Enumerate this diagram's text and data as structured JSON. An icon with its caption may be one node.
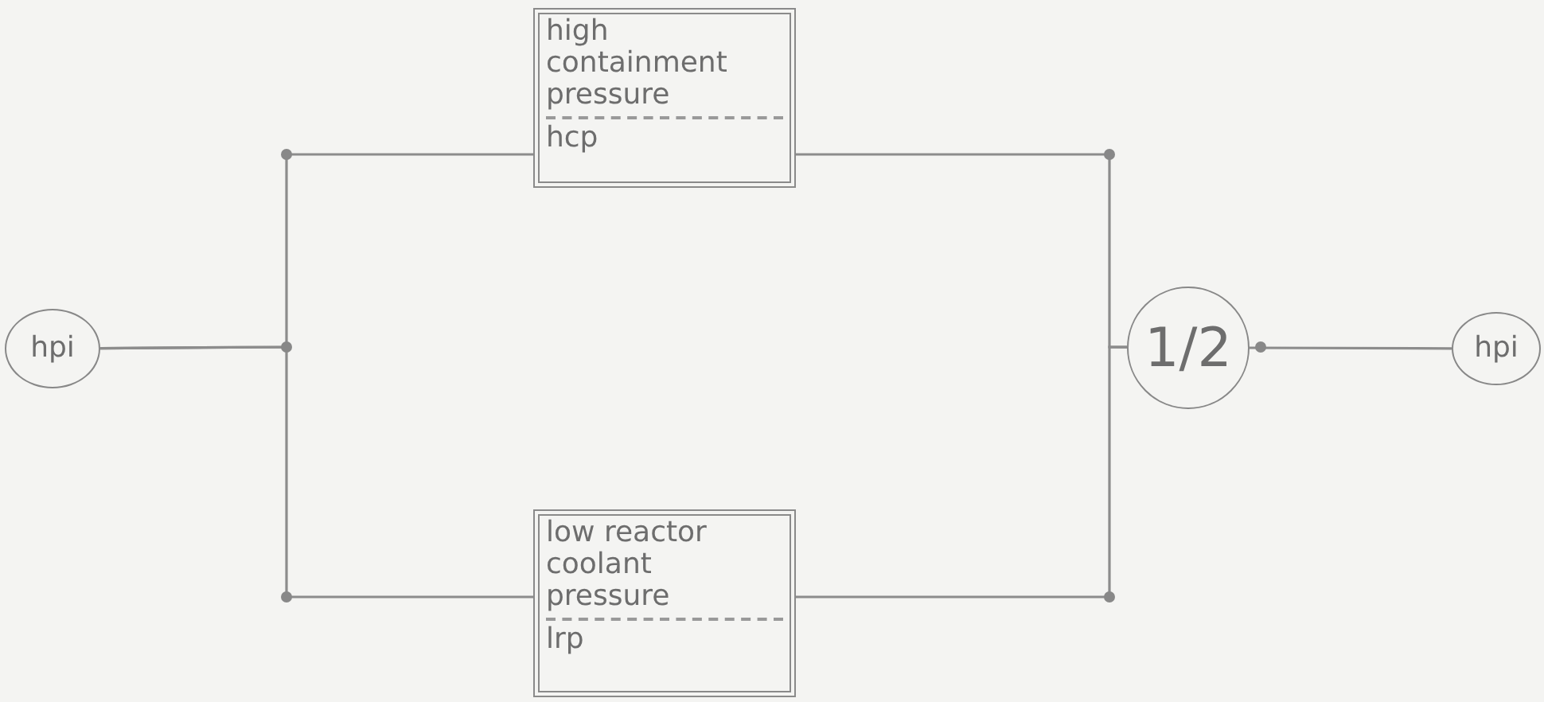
{
  "diagram": {
    "nodes": [
      {
        "text": [
          "hpi"
        ]
      },
      {
        "text": [
          "high containment pressure",
          "hcp"
        ]
      },
      {
        "text": [
          "low reactor coolant pressure",
          "lrp"
        ]
      },
      {
        "text": [
          "1/2"
        ]
      },
      {
        "text": [
          "hpi"
        ]
      }
    ],
    "edges": [
      {
        "from": 0,
        "to": 1,
        "arrow": "none"
      },
      {
        "from": 0,
        "to": 2,
        "arrow": "none"
      },
      {
        "from": 1,
        "to": 3,
        "arrow": "none"
      },
      {
        "from": 2,
        "to": 3,
        "arrow": "none"
      },
      {
        "from": 3,
        "to": 4,
        "arrow": "none"
      }
    ]
  }
}
